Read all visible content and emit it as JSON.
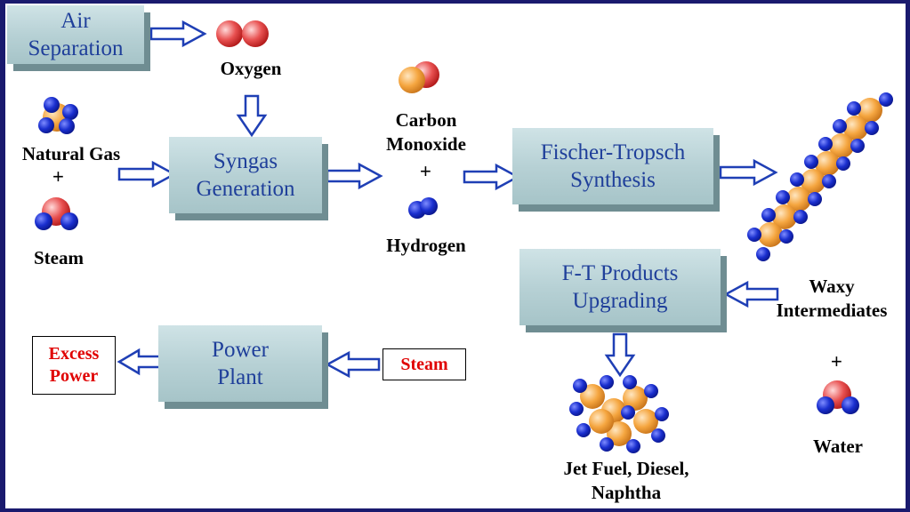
{
  "process_boxes": {
    "air_separation": [
      "Air",
      "Separation"
    ],
    "syngas_generation": [
      "Syngas",
      "Generation"
    ],
    "fischer_tropsch": [
      "Fischer-Tropsch",
      "Synthesis"
    ],
    "ft_upgrading": [
      "F-T Products",
      "Upgrading"
    ],
    "power_plant": [
      "Power",
      "Plant"
    ]
  },
  "labels": {
    "oxygen": "Oxygen",
    "natural_gas": "Natural Gas",
    "steam_input": "Steam",
    "carbon_monoxide": [
      "Carbon",
      "Monoxide"
    ],
    "hydrogen": "Hydrogen",
    "waxy_intermediates": [
      "Waxy",
      "Intermediates"
    ],
    "water": "Water",
    "products": [
      "Jet Fuel, Diesel,",
      "Naphtha"
    ],
    "steam_output": "Steam",
    "excess_power": [
      "Excess",
      "Power"
    ]
  },
  "plus_sign": "+",
  "colors": {
    "box_text": "#1f3f9a",
    "arrow": "#1f3fb5",
    "highlight_text": "#e00000",
    "molecule_red": "#e04545",
    "molecule_orange": "#f5a640",
    "molecule_blue": "#1a2fcf"
  },
  "icons": {
    "molecule": "molecule-icon",
    "arrow": "hollow-arrow-icon"
  }
}
